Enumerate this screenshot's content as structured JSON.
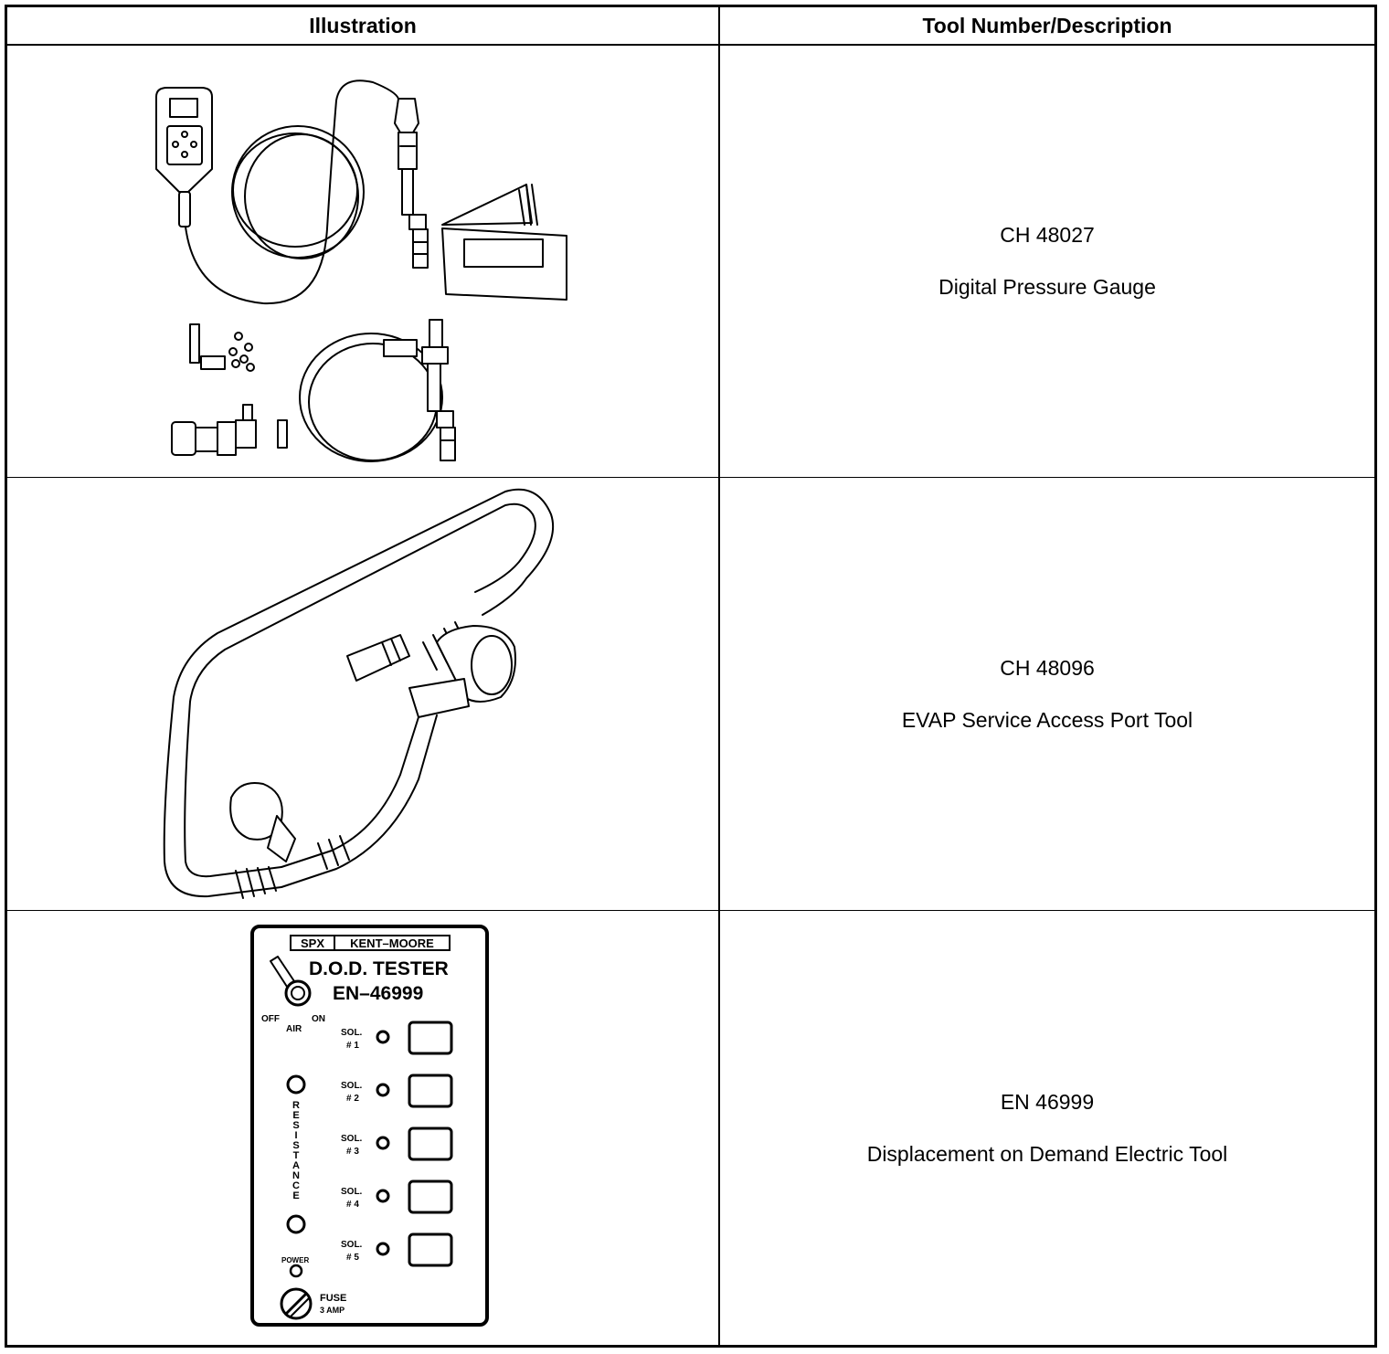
{
  "table": {
    "headers": {
      "illustration": "Illustration",
      "tool": "Tool Number/Description"
    },
    "rows": [
      {
        "number": "CH 48027",
        "description": "Digital Pressure Gauge"
      },
      {
        "number": "CH 48096",
        "description": "EVAP Service Access Port Tool"
      },
      {
        "number": "EN 46999",
        "description": "Displacement on Demand Electric Tool"
      }
    ]
  },
  "panel": {
    "brand_a": "SPX",
    "brand_b": "KENT–MOORE",
    "title": "D.O.D. TESTER",
    "model": "EN–46999",
    "off": "OFF",
    "on": "ON",
    "air": "AIR",
    "resistance": "RESISTANCE",
    "power": "POWER",
    "fuse": "FUSE",
    "fuse_rating": "3 AMP",
    "sol_label": "SOL.",
    "sol_numbers": [
      "# 1",
      "# 2",
      "# 3",
      "# 4",
      "# 5"
    ]
  }
}
